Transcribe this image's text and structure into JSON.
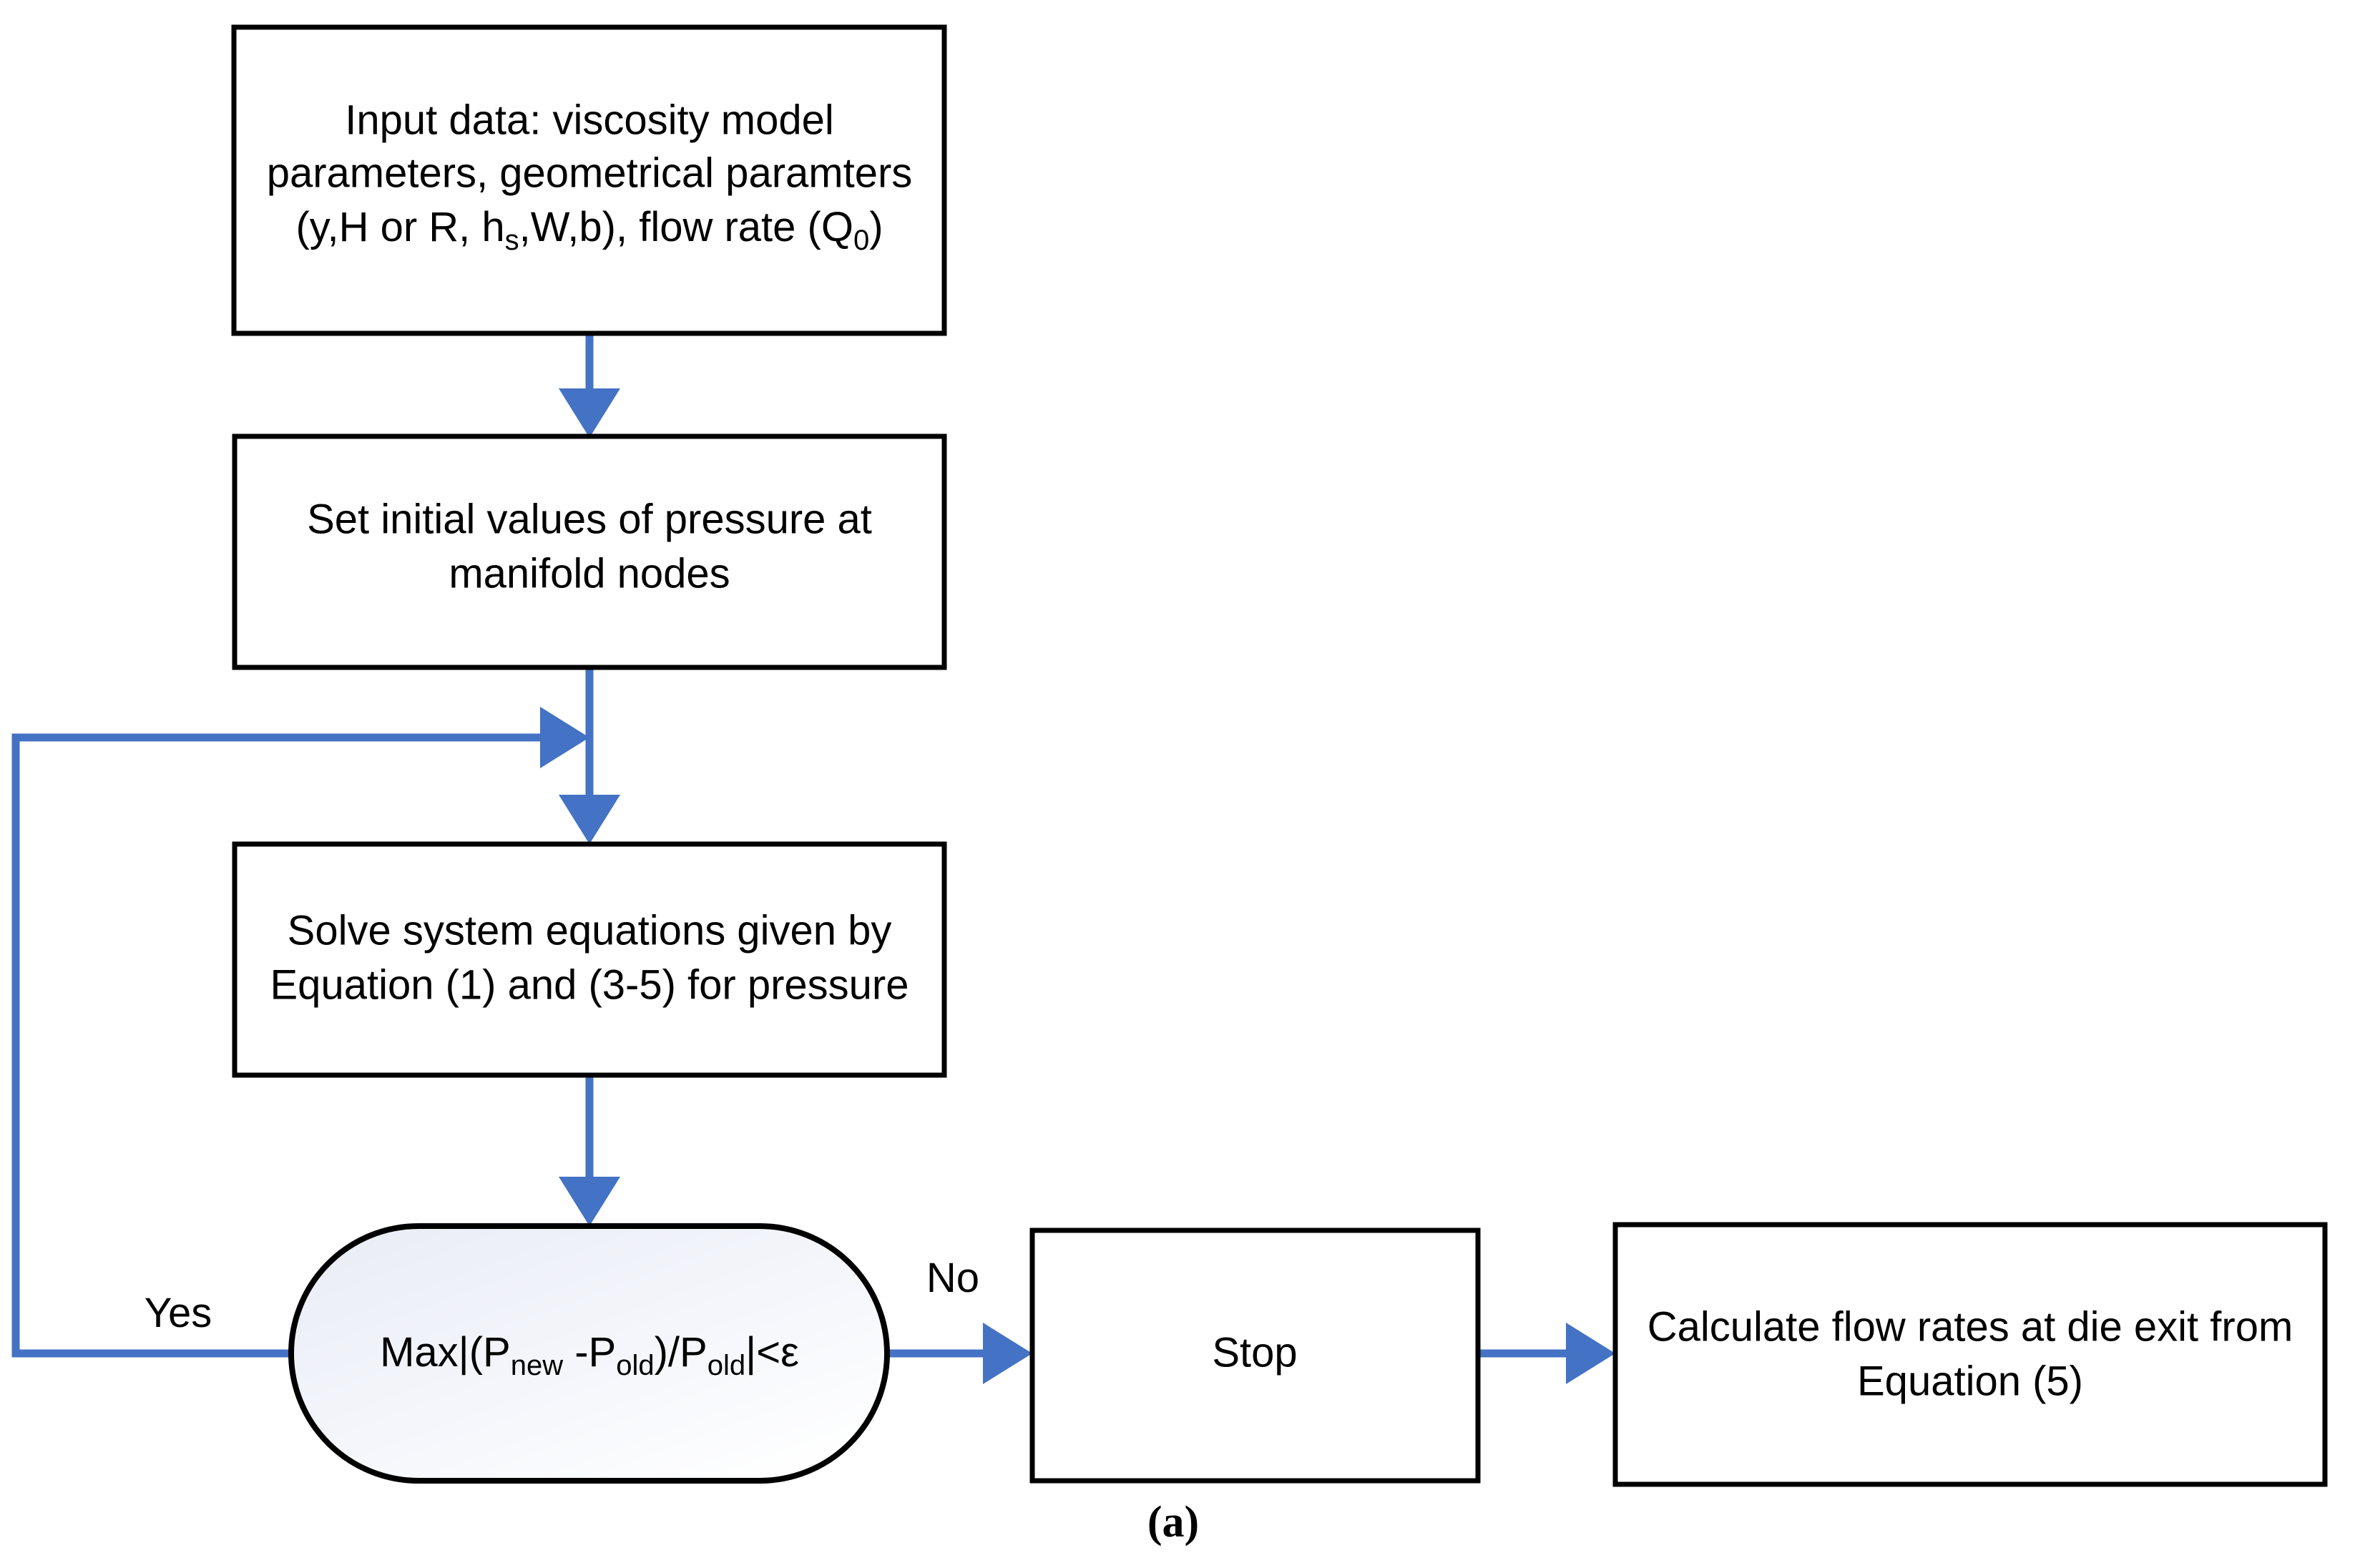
{
  "figure": {
    "caption": "(a)",
    "accent_color": "#4472C4",
    "stroke_color": "#000000",
    "background_color": "#ffffff"
  },
  "nodes": [
    {
      "id": "input-data",
      "shape": "rectangle",
      "lines": [
        {
          "text": "Input data: viscosity model"
        },
        {
          "text": "parameters, geometrical paramters"
        },
        {
          "text": "(y,H or R, h",
          "sub": "s",
          "after": ",W,b), flow rate (Q",
          "sub2": "0",
          "after2": ")"
        }
      ],
      "plain": "Input data: viscosity model parameters, geometrical paramters (y,H or R, hs,W,b), flow rate (Q0)"
    },
    {
      "id": "set-initial-values",
      "shape": "rectangle",
      "lines": [
        {
          "text": "Set initial values of pressure at"
        },
        {
          "text": "manifold nodes"
        }
      ],
      "plain": "Set initial values of pressure at manifold nodes"
    },
    {
      "id": "solve-system",
      "shape": "rectangle",
      "lines": [
        {
          "text": "Solve system equations given by"
        },
        {
          "text": "Equation (1) and (3-5) for pressure"
        }
      ],
      "plain": "Solve system equations given by Equation (1) and (3-5) for pressure"
    },
    {
      "id": "convergence-check",
      "shape": "rounded-terminator",
      "lines": [
        {
          "text": "Max|(P",
          "sub": "new",
          "after": " -P",
          "sub2": "old",
          "after2": ")/P",
          "sub3": "old",
          "after3": "|<ε"
        }
      ],
      "plain": "Max|(Pnew -Pold)/Pold|<ε"
    },
    {
      "id": "stop",
      "shape": "rectangle",
      "lines": [
        {
          "text": "Stop"
        }
      ],
      "plain": "Stop"
    },
    {
      "id": "calculate-flow-rates",
      "shape": "rectangle",
      "lines": [
        {
          "text": "Calculate flow rates at die exit from"
        },
        {
          "text": "Equation (5)"
        }
      ],
      "plain": "Calculate flow rates at die exit from Equation (5)"
    }
  ],
  "node_text": {
    "input_line1": "Input data: viscosity model",
    "input_line2": "parameters, geometrical paramters",
    "input_line3_a": "(y,H or R, h",
    "input_line3_sub1": "s",
    "input_line3_b": ",W,b), flow rate (Q",
    "input_line3_sub2": "0",
    "input_line3_c": ")",
    "initial_line1": "Set initial values of pressure at",
    "initial_line2": "manifold nodes",
    "solve_line1": "Solve system equations given by",
    "solve_line2": "Equation (1) and (3-5) for pressure",
    "decision_a": "Max|(P",
    "decision_sub1": "new",
    "decision_b": " -P",
    "decision_sub2": "old",
    "decision_c": ")/P",
    "decision_sub3": "old",
    "decision_d": "|<ε",
    "stop": "Stop",
    "calc_line1": "Calculate flow rates at die exit from",
    "calc_line2": "Equation (5)"
  },
  "edges": [
    {
      "id": "input-to-initial",
      "from": "input-data",
      "to": "set-initial-values",
      "label": ""
    },
    {
      "id": "initial-to-solve",
      "from": "set-initial-values",
      "to": "solve-system",
      "label": ""
    },
    {
      "id": "solve-to-decision",
      "from": "solve-system",
      "to": "convergence-check",
      "label": ""
    },
    {
      "id": "decision-yes-loop",
      "from": "convergence-check",
      "to": "solve-system",
      "label": "Yes"
    },
    {
      "id": "decision-no-to-stop",
      "from": "convergence-check",
      "to": "stop",
      "label": "No"
    },
    {
      "id": "stop-to-calculate",
      "from": "stop",
      "to": "calculate-flow-rates",
      "label": ""
    }
  ],
  "edge_labels": {
    "yes": "Yes",
    "no": "No"
  }
}
